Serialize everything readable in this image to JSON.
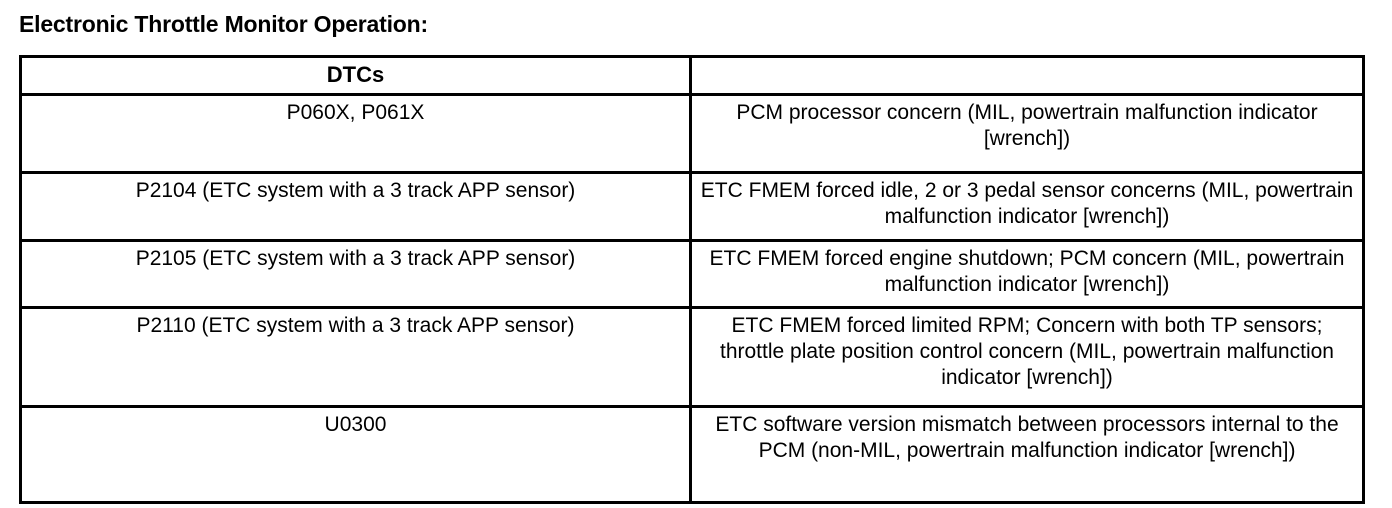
{
  "page": {
    "title": "Electronic Throttle Monitor Operation:"
  },
  "table": {
    "columns": [
      {
        "header": "DTCs"
      },
      {
        "header": ""
      }
    ],
    "rows": [
      {
        "dtc": "P060X, P061X",
        "description": "PCM processor concern (MIL, powertrain malfunction indicator [wrench])"
      },
      {
        "dtc": "P2104 (ETC system with a 3 track APP sensor)",
        "description": "ETC FMEM  forced idle, 2 or 3 pedal sensor concerns (MIL, powertrain malfunction indicator [wrench])"
      },
      {
        "dtc": "P2105 (ETC system with a 3 track APP sensor)",
        "description": "ETC FMEM  forced engine shutdown; PCM concern (MIL, powertrain malfunction indicator [wrench])"
      },
      {
        "dtc": "P2110 (ETC system with a 3 track APP sensor)",
        "description": "ETC FMEM  forced limited RPM; Concern with both TP sensors; throttle plate position control concern (MIL, powertrain malfunction indicator [wrench])"
      },
      {
        "dtc": "U0300",
        "description": "ETC software version mismatch between processors internal to the PCM (non-MIL, powertrain malfunction indicator [wrench])"
      }
    ]
  },
  "style": {
    "border_color": "#000000",
    "text_color": "#000000",
    "background_color": "#ffffff"
  }
}
